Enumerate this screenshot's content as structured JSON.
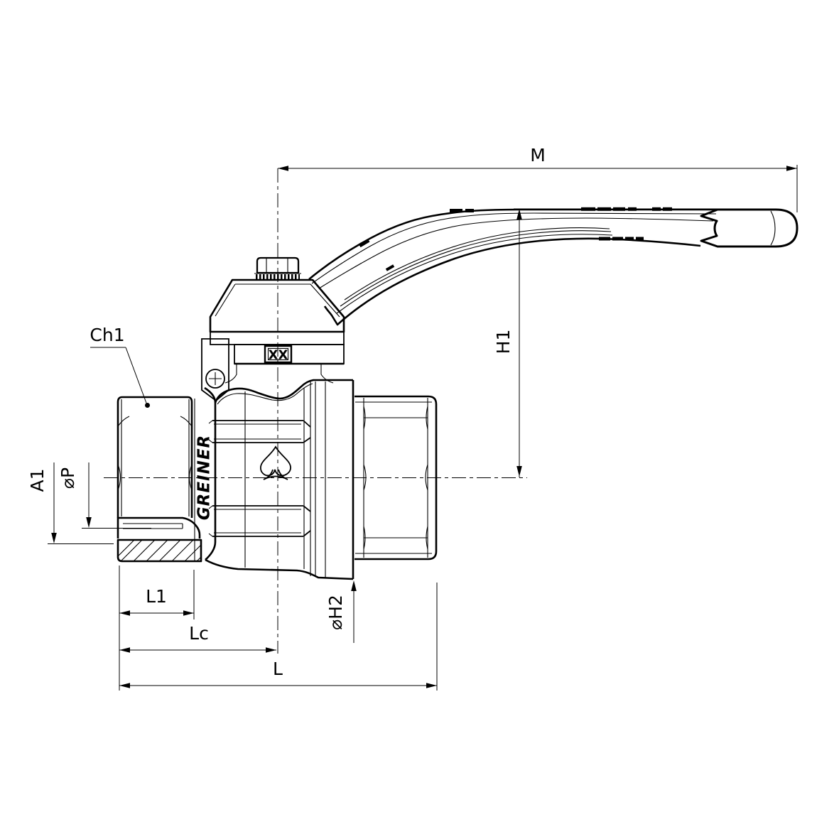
{
  "drawing": {
    "type": "ball-valve-technical-drawing",
    "background_color": "#ffffff",
    "line_color": "#000000",
    "markings": {
      "brand": "GREINER",
      "stamp": "XX"
    },
    "symbols": [
      "spade-symbol",
      "screw-head-icon",
      "section-hatching",
      "center-lines"
    ],
    "dims": {
      "M": {
        "label": "M"
      },
      "H1": {
        "label": "H1"
      },
      "Ch1": {
        "label": "Ch1"
      },
      "A1": {
        "label": "A1"
      },
      "P": {
        "label": "⌀P"
      },
      "L1": {
        "label": "L1"
      },
      "Lc": {
        "label": "Lc"
      },
      "L": {
        "label": "L"
      },
      "H2": {
        "label": "⌀H2"
      }
    }
  }
}
